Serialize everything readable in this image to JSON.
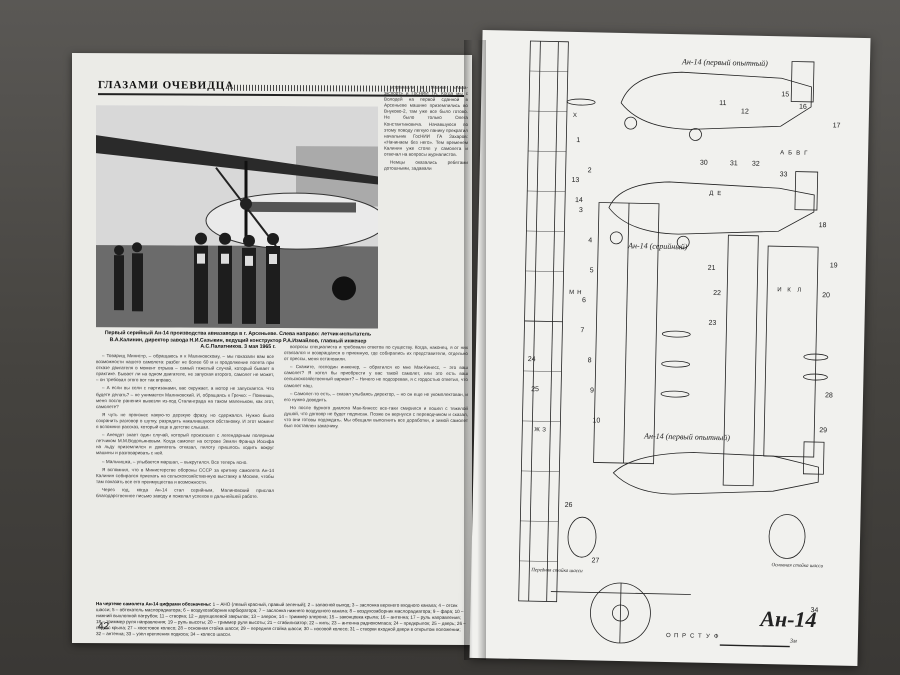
{
  "left_page": {
    "section_title": "ГЛАЗАМИ ОЧЕВИДЦА",
    "photo_caption": "Первый серийный Ан-14 производства авиазавода в г. Арсеньеве. Слева направо: летчик-испытатель В.А.Калинин, директор завода Н.И.Сазыкин, ведущий конструктор Р.А.Измайлов, главный инженер А.С.Палатников. 3 мая 1965 г.",
    "col_right_text": [
      "устраивали в Москве «Авиа-экспорт» и ГосНИИ ГА. Когда мы с Володей на первой сданной в Арсеньеве машине приземлились во Внуково-2, там уже все было готово. Не было только Олега Константиновича. Начавшуюся по этому поводу легкую панику прекратил начальник ГосНИИ ГА Захаров: «Начинаем без него». Тем временем Калинин уже стоял у самолета и отвечал на вопросы журналистов.",
      "Немцы оказались ребятами дотошными, задавали"
    ],
    "col_left_text": [
      "– Товарищ Министр, – обращаюсь я к Малиновскому, – мы показали вам все возможности нашего самолета: разбег не более 60 м и продолжение полета при отказе двигателя в момент отрыва – самый тяжелый случай, который бывает в практике. Бывает ли на одном двигателе, не запуская второго, самолет не может, – он требовал этого вот так вправо.",
      "– А если вы сели с партизанами, вас окружает, а мотор не запускается. Что будете делать? – не унимается Малиновский. И, обращаясь к Гречко: – Помнишь, меня после ранения вывезли из-под Сталинграда на таком маленьком, как этот, самолете?",
      "Я чуть не произнес какую-то дерзкую фразу, но сдержался. Нужно было сохранить разговор в шутку, разрядить накалившуюся обстановку. И этот момент я вспомнил рассказ, который еще в детстве слышал.",
      "– Анекдот знает один случай, который произошел с легендарным полярным летчиком М.М.Водопьяновым. Когда самолет на острове Земли Франца Иосифа на льду приземлился и двигатель отказал, пилоту пришлось ходить вокруг машины и разговаривать с ней.",
      "– Мальчишка, – улыбается маршал, – выкрутился. Все теперь ясно.",
      "Я вспомнил, что в Министерстве обороны СССР за критику самолета Ан-14 Калинин собирался приехать на сельскохозяйственную выставку в Москве, чтобы там показать все его преимущества и возможности.",
      "Через год, когда Ан-14 стал серийным, Малиновский прислал благодарственное письмо заводу и пожелал успехов в дальнейшей работе."
    ],
    "col_mid_text": [
      "вопросы специалиста и требовали ответов по существу. Когда, наконец, я от них отвязался и возвращался в приемную, где собирались их представители, отдельно от прессы, меня остановили.",
      "– Скажите, господин инженер, – обратился ко мне Мак-Кинесс, – это ваш самолет? Я хотел бы приобрести у вас такой самолет, или это есть ваш сельскохозяйственный вариант? – Ничего не подозревая, я с гордостью ответил, что самолет наш.",
      "– Самолет-то есть, – сказал улыбаясь директор, – но он еще не укомплектован, и его нужно доводить.",
      "Но после бурного диалога Мак-Кинесс все-таки смирился и пошел с тяжелой душой, что договор не будет подписан. Позже он вернулся с переводчиком и сказал, что они готовы подождать. Мы обещали выполнить все доработки, и зимой самолет был поставлен заказчику."
    ],
    "legend_title": "На чертеже самолета Ан-14 цифрами обозначены:",
    "legend_text": "1 – АНО (левый красный, правый зеленый); 2 – запасной выход; 3 – заслонка верхнего входного канала; 4 – отсек шасси; 5 – обтекатель маслорадиатора; 6 – воздухозаборник карбюратора; 7 – заслонка нижнего воздушного канала; 8 – воздухозаборник маслорадиатора; 9 – фара; 10 – нижний выхлопной патрубок; 11 – створка; 12 – двухщелевой закрылок; 13 – элерон; 14 – триммер элерона; 15 – законцовка крыла; 16 – антенна; 17 – руль направления; 18 – триммер руля направления; 19 – руль высоты; 20 – триммер руля высоты; 21 – стабилизатор; 22 – киль; 23 – антенна радиокомпаса; 24 – предкрылок; 25 – дверь; 26 – подкос крыла; 27 – хвостовое колесо; 28 – основная стойка шасси; 29 – передняя стойка шасси; 30 – носовой колесо; 31 – створки входной двери в открытом положении; 32 – антенна; 33 – узел крепления подкоса; 34 – колесо шасси.",
    "page_number": "42"
  },
  "right_page": {
    "title_first_prototype": "Ан-14 (первый опытный)",
    "title_serial": "Ан-14 (серийный)",
    "title_first_prototype_mid": "Ан-14 (первый опытный)",
    "label_nose_gear": "Передняя стойка шасси",
    "label_main_gear": "Основная стойка шасси",
    "signature": "Ан-14",
    "scale_label": "3м",
    "section_letters": [
      "А",
      "Б",
      "В",
      "Г",
      "Д",
      "Е",
      "Ж",
      "З",
      "И",
      "К",
      "Л",
      "М",
      "Н",
      "О",
      "П",
      "Р",
      "С",
      "Т",
      "У",
      "Ф",
      "Х"
    ],
    "callouts": [
      "1",
      "2",
      "3",
      "4",
      "5",
      "6",
      "7",
      "8",
      "9",
      "10",
      "11",
      "12",
      "13",
      "14",
      "15",
      "16",
      "17",
      "18",
      "19",
      "20",
      "21",
      "22",
      "23",
      "24",
      "25",
      "26",
      "27",
      "28",
      "29",
      "30",
      "31",
      "32",
      "33",
      "34"
    ]
  },
  "colors": {
    "paper": "#ebebe7",
    "ink": "#222222",
    "background": "#45433f"
  }
}
